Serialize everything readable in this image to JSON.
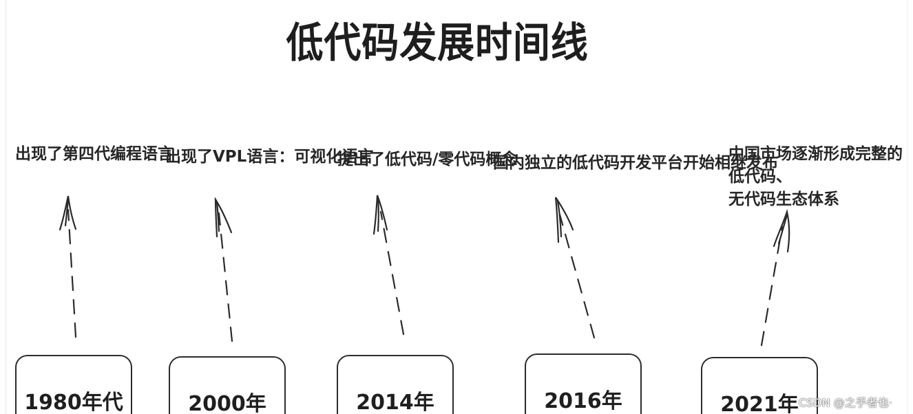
{
  "title": "低代码发展时间线",
  "events": [
    {
      "year": "1980年代",
      "text": "出现了第四代编程语言"
    },
    {
      "year": "2000年",
      "text": "出现了VPL语言：可视化语言"
    },
    {
      "year": "2014年",
      "text": "提出了低代码/零代码概念"
    },
    {
      "year": "2016年",
      "text": "国内独立的低代码开发平台开始相继发布"
    },
    {
      "year": "2021年",
      "text_line1": "中国市场逐渐形成完整的低代码、",
      "text_line2": "无代码生态体系"
    }
  ],
  "watermark": "CSDN @之乎者也·",
  "colors": {
    "ink": "#222222",
    "background": "#ffffff"
  }
}
